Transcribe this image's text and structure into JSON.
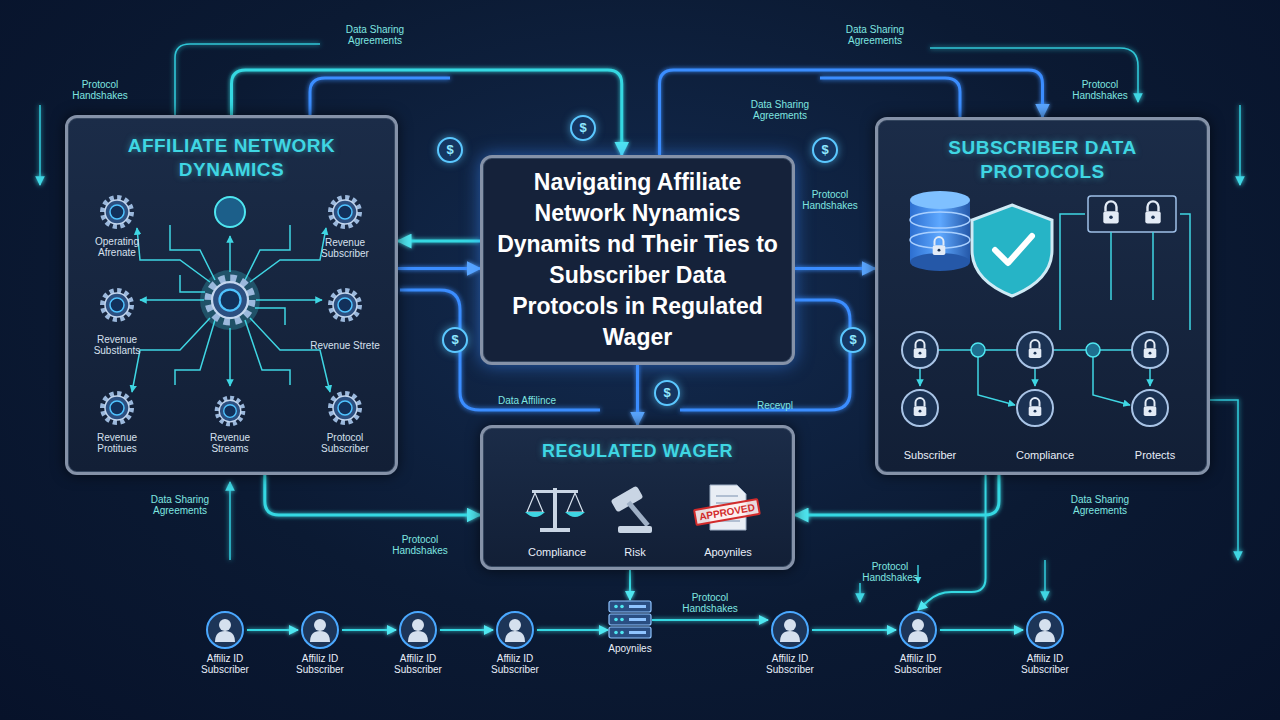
{
  "diagram": {
    "nodes": [
      {
        "text": [
          "AFFILIATE NETWORK DYNAMICS"
        ]
      },
      {
        "text": [
          "Navigating Affiliate Network Nynamics Dynamits nd Their Ties to Subscriber Data Protocols in Regulated Wager"
        ]
      },
      {
        "text": [
          "SUBSCRIBER DATA PROTOCOLS"
        ]
      },
      {
        "text": [
          "REGULATED WAGER"
        ]
      },
      {
        "text": [
          "Affiliz ID Subscriber"
        ]
      },
      {
        "text": [
          "Affiliz ID Subscriber"
        ]
      },
      {
        "text": [
          "Affiliz ID Subscriber"
        ]
      },
      {
        "text": [
          "Affiliz ID Subscriber"
        ]
      },
      {
        "text": [
          "Apoyniles"
        ]
      },
      {
        "text": [
          "Affiliz ID Subscriber"
        ]
      },
      {
        "text": [
          "Affiliz ID Subscriber"
        ]
      },
      {
        "text": [
          "Affiliz ID Subscriber"
        ]
      }
    ],
    "edges": [
      {
        "from": 0,
        "to": 1,
        "arrow": "to"
      },
      {
        "from": 1,
        "to": 0,
        "arrow": "to"
      },
      {
        "from": 1,
        "to": 2,
        "arrow": "to"
      },
      {
        "from": 1,
        "to": 3,
        "arrow": "to"
      },
      {
        "from": 0,
        "to": 3,
        "arrow": "to"
      },
      {
        "from": 2,
        "to": 3,
        "arrow": "to"
      },
      {
        "from": 0,
        "to": 1,
        "arrow": "to"
      },
      {
        "from": 1,
        "to": 2,
        "arrow": "to"
      },
      {
        "from": 3,
        "to": 8,
        "arrow": "to"
      },
      {
        "from": 4,
        "to": 5,
        "arrow": "to"
      },
      {
        "from": 5,
        "to": 6,
        "arrow": "to"
      },
      {
        "from": 6,
        "to": 7,
        "arrow": "to"
      },
      {
        "from": 7,
        "to": 8,
        "arrow": "to"
      },
      {
        "from": 8,
        "to": 9,
        "arrow": "to",
        "label": "Protocol Handshakes"
      },
      {
        "from": 9,
        "to": 10,
        "arrow": "to"
      },
      {
        "from": 10,
        "to": 11,
        "arrow": "to"
      },
      {
        "from": 2,
        "to": 10,
        "arrow": "to"
      }
    ],
    "labels": [
      "Data Sharing Agreements",
      "Data Sharing Agreements",
      "Protocol Handshakes",
      "Protocol Handshakes",
      "Data Sharing Agreements",
      "$",
      "$",
      "$",
      "Protocol Handshakes",
      "Operating Afrenate",
      "Revenue Subscriber",
      "Revenue Substlants",
      "Revenue Strete",
      "Revenue Protitues",
      "Revenue Streams",
      "Protocol Subscriber",
      "$",
      "$",
      "$",
      "Data Affilince",
      "Recevpl",
      "Subscriber",
      "Compliance",
      "Protects",
      "Compliance",
      "Risk",
      "Apoyniles",
      "APPROVED",
      "Data Sharing Agreements",
      "Data Sharing Agreements",
      "Protocol Handshakes",
      "Protocol Handshakes"
    ]
  }
}
